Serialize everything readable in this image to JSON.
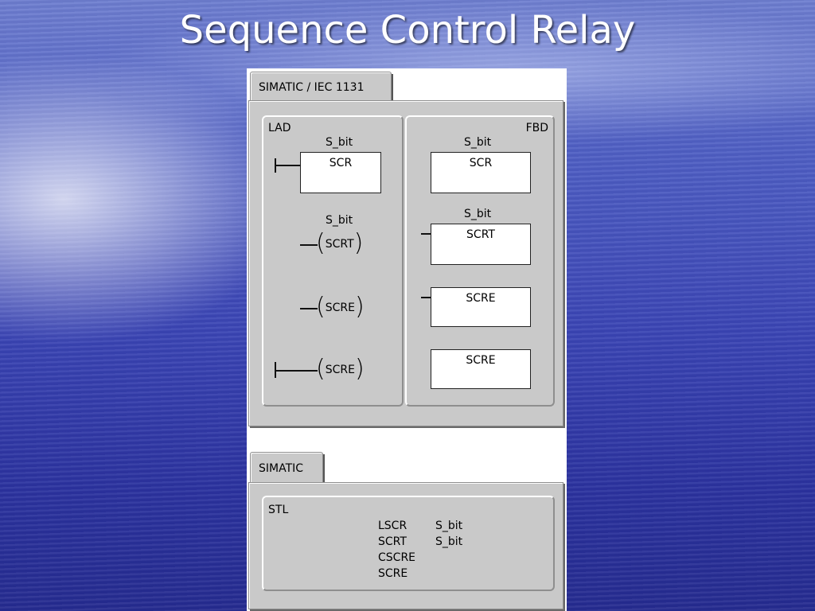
{
  "slide": {
    "title": "Sequence Control Relay"
  },
  "top_panel": {
    "tab_label": "SIMATIC / IEC 1131",
    "lad": {
      "label": "LAD",
      "scr": {
        "operand": "S_bit",
        "box_label": "SCR"
      },
      "scrt": {
        "operand": "S_bit",
        "coil_label": "SCRT"
      },
      "scre": {
        "coil_label": "SCRE"
      },
      "scre_rail": {
        "coil_label": "SCRE"
      }
    },
    "fbd": {
      "label": "FBD",
      "scr": {
        "operand": "S_bit",
        "box_label": "SCR"
      },
      "scrt": {
        "operand": "S_bit",
        "box_label": "SCRT"
      },
      "scre": {
        "box_label": "SCRE"
      },
      "scre2": {
        "box_label": "SCRE"
      }
    }
  },
  "bottom_panel": {
    "tab_label": "SIMATIC",
    "stl": {
      "label": "STL",
      "rows": [
        {
          "instruction": "LSCR",
          "operand": "S_bit"
        },
        {
          "instruction": "SCRT",
          "operand": "S_bit"
        },
        {
          "instruction": "CSCRE",
          "operand": ""
        },
        {
          "instruction": "SCRE",
          "operand": ""
        }
      ]
    }
  }
}
